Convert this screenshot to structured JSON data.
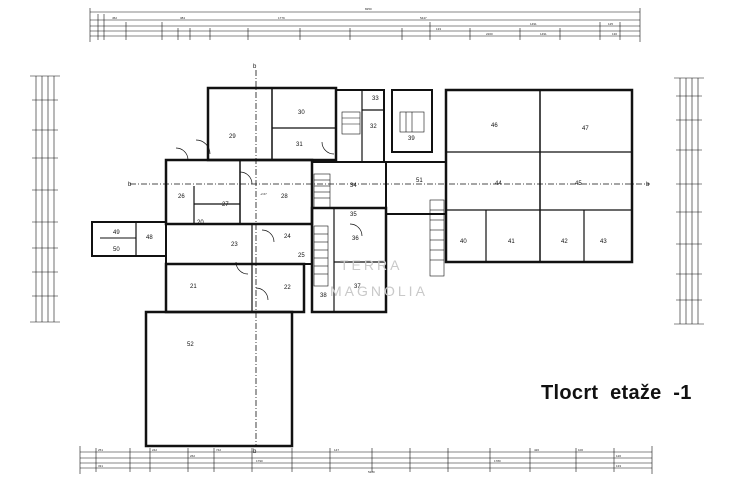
{
  "title": "Tlocrt  etaže  -1",
  "watermark": [
    "TERRA",
    "MAGNOLIA"
  ],
  "section_mark": "b",
  "level_mark": "-2.67",
  "rooms": [
    "20",
    "21",
    "22",
    "23",
    "24",
    "25",
    "26",
    "27",
    "28",
    "29",
    "30",
    "31",
    "32",
    "33",
    "34",
    "35",
    "36",
    "37",
    "38",
    "39",
    "40",
    "41",
    "42",
    "43",
    "44",
    "45",
    "46",
    "47",
    "48",
    "49",
    "50",
    "51",
    "52"
  ],
  "dims": {
    "top": [
      "8250",
      "452",
      "1779",
      "384",
      "5447",
      "1491",
      "125",
      "133",
      "2200",
      "1491",
      "130"
    ],
    "bottom": [
      "251",
      "331",
      "242",
      "262",
      "742",
      "1790",
      "147",
      "5220",
      "1780",
      "426",
      "100",
      "120",
      "133"
    ]
  }
}
